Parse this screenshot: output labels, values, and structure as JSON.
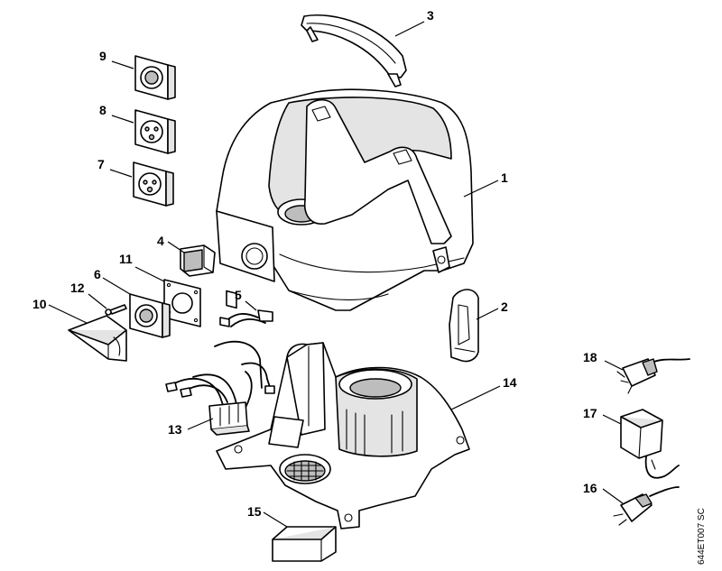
{
  "drawing_code": "644ET007 SC",
  "callouts": {
    "p1": "1",
    "p2": "2",
    "p3": "3",
    "p4": "4",
    "p5": "5",
    "p6": "6",
    "p7": "7",
    "p8": "8",
    "p9": "9",
    "p10": "10",
    "p11": "11",
    "p12": "12",
    "p13": "13",
    "p14": "14",
    "p15": "15",
    "p16": "16",
    "p17": "17",
    "p18": "18"
  }
}
